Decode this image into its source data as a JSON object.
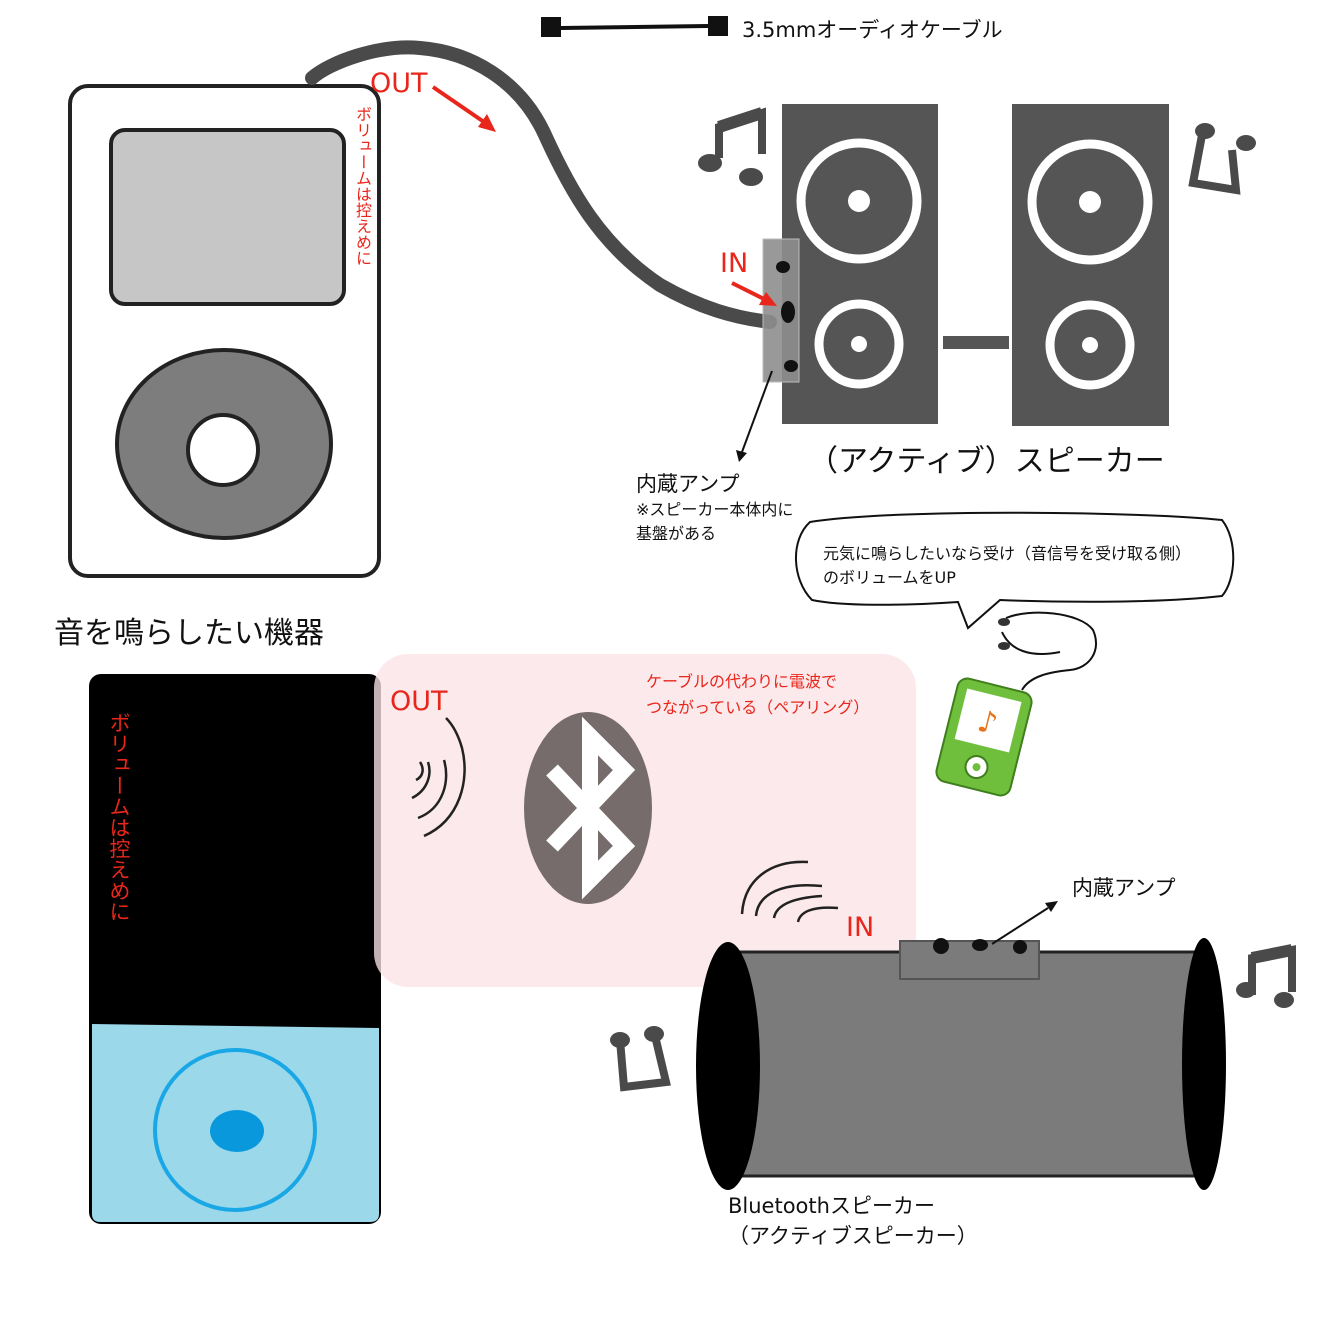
{
  "top": {
    "cable_label": "3.5mmオーディオケーブル",
    "player_out": "OUT",
    "player_volume_note": "ボリュームは控えめに",
    "player_caption": "音を鳴らしたい機器",
    "speaker_in": "IN",
    "amp_label": "内蔵アンプ",
    "amp_note_line1": "※スピーカー本体内に",
    "amp_note_line2": "基盤がある",
    "speaker_caption": "（アクティブ）スピーカー",
    "bubble_line1": "元気に鳴らしたいなら受け（音信号を受け取る側）",
    "bubble_line2": "のボリュームをUP"
  },
  "bottom": {
    "phone_volume_note": "ボリュームは控えめに",
    "bt_out": "OUT",
    "pairing_line1": "ケーブルの代わりに電波で",
    "pairing_line2": "つながっている（ペアリング）",
    "bt_in": "IN",
    "amp_label": "内蔵アンプ",
    "bt_speaker_line1": "Bluetoothスピーカー",
    "bt_speaker_line2": "（アクティブスピーカー）"
  },
  "colors": {
    "accent_red": "#e8261b",
    "speaker_dark": "#555555",
    "amp_panel": "#8e8e8e",
    "pairing_bg": "#fdebee",
    "bluetooth_badge": "#766c6c",
    "phone_screen": "#9ad8ea",
    "phone_ring": "#1aa7e6",
    "music_player_green": "#6fbf3d"
  },
  "icons": [
    "ipod-icon",
    "speaker-icon",
    "music-note-icon",
    "bluetooth-icon",
    "signal-waves-icon",
    "smartphone-icon",
    "headphones-icon",
    "bluetooth-speaker-icon"
  ]
}
